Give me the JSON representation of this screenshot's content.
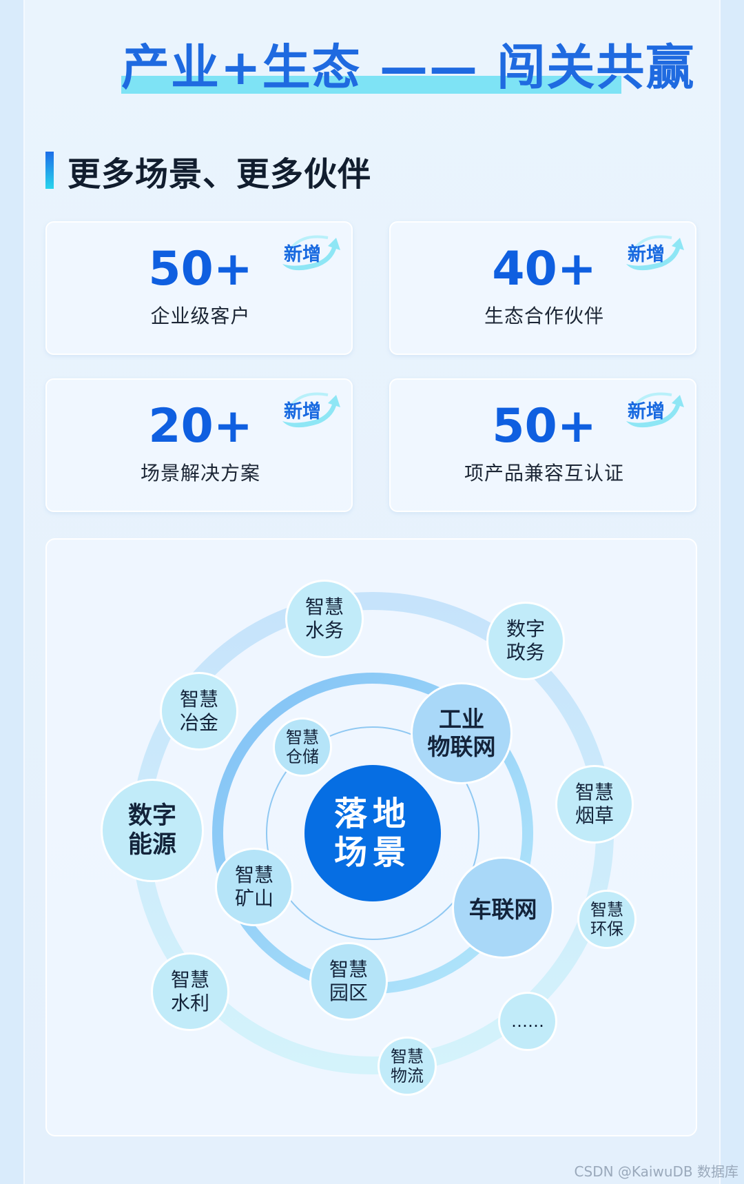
{
  "header": {
    "title": "产业+生态 —— 闯关共赢"
  },
  "section": {
    "title": "更多场景、更多伙伴"
  },
  "badge_label": "新增",
  "stats": [
    {
      "value": "50+",
      "label": "企业级客户"
    },
    {
      "value": "40+",
      "label": "生态合作伙伴"
    },
    {
      "value": "20+",
      "label": "场景解决方案"
    },
    {
      "value": "50+",
      "label": "项产品兼容互认证"
    }
  ],
  "scenarios": {
    "center": "落地\n场景",
    "inner": [
      "工业\n物联网",
      "车联网",
      "智慧\n仓储",
      "智慧\n矿山",
      "智慧\n园区"
    ],
    "outer": [
      "智慧\n水务",
      "数字\n政务",
      "智慧\n冶金",
      "数字\n能源",
      "智慧\n烟草",
      "智慧\n环保",
      "智慧\n水利",
      "智慧\n物流",
      "……"
    ]
  },
  "colors": {
    "title_blue": "#1f6ae0",
    "number_blue": "#0f5fe0",
    "center_blue": "#066ee3",
    "highlight_cyan": "#7ee3f5"
  },
  "footer": {
    "watermark": "CSDN @KaiwuDB 数据库"
  }
}
